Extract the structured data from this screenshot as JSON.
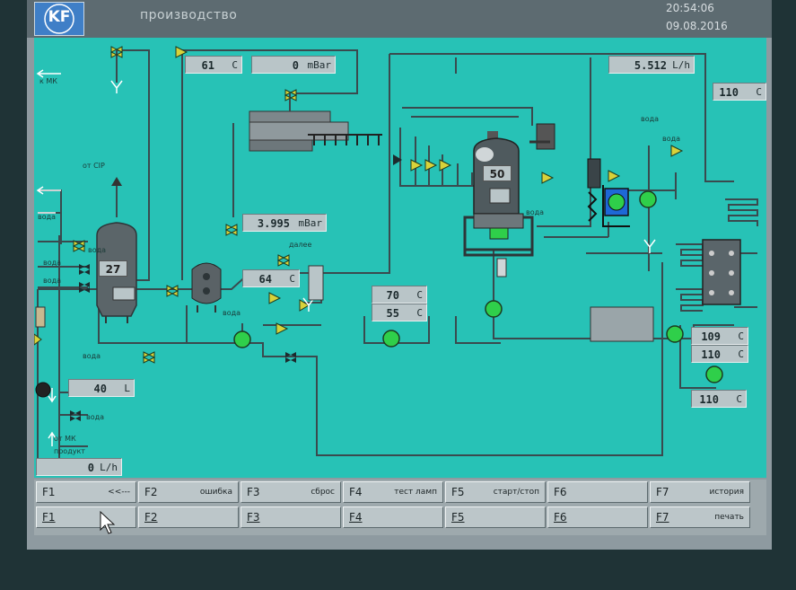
{
  "header": {
    "logo": "KF",
    "title": "производство",
    "time": "20:54:06",
    "date": "09.08.2016"
  },
  "readouts": {
    "temp_top_left": {
      "value": "61",
      "unit": "C"
    },
    "pressure_top": {
      "value": "0",
      "unit": "mBar"
    },
    "flow_top": {
      "value": "5.512",
      "unit": "L/h"
    },
    "temp_top_right": {
      "value": "110",
      "unit": "C"
    },
    "pressure_mid": {
      "value": "3.995",
      "unit": "mBar"
    },
    "temp_mid": {
      "value": "64",
      "unit": "C"
    },
    "temp_pair_1": {
      "value": "70",
      "unit": "C"
    },
    "temp_pair_2": {
      "value": "55",
      "unit": "C"
    },
    "temp_right_1": {
      "value": "109",
      "unit": "C"
    },
    "temp_right_2": {
      "value": "110",
      "unit": "C"
    },
    "temp_right_3": {
      "value": "110",
      "unit": "C"
    },
    "level_bottom": {
      "value": "40",
      "unit": "L"
    },
    "flow_bottom": {
      "value": "0",
      "unit": "L/h"
    },
    "tank_left": "27",
    "tank_main": "50"
  },
  "labels": {
    "to_mk": "к МК",
    "from_cip": "от CIP",
    "water_1": "вода",
    "water_2": "вода",
    "water_3": "вода",
    "water_4": "вода",
    "water_5": "вода",
    "water_6": "вода",
    "water_7": "вода",
    "water_8": "вода",
    "water_9": "вода",
    "water_10": "вода",
    "further": "далее",
    "from_mk": "от МК",
    "product": "продукт"
  },
  "fkeys": {
    "row1": [
      {
        "key": "F1",
        "label": "<<---"
      },
      {
        "key": "F2",
        "label": "ошибка"
      },
      {
        "key": "F3",
        "label": "сброс"
      },
      {
        "key": "F4",
        "label": "тест ламп"
      },
      {
        "key": "F5",
        "label": "старт/стоп"
      },
      {
        "key": "F6",
        "label": ""
      },
      {
        "key": "F7",
        "label": "история"
      }
    ],
    "row2": [
      {
        "key": "F1",
        "label": ""
      },
      {
        "key": "F2",
        "label": ""
      },
      {
        "key": "F3",
        "label": ""
      },
      {
        "key": "F4",
        "label": ""
      },
      {
        "key": "F5",
        "label": ""
      },
      {
        "key": "F6",
        "label": ""
      },
      {
        "key": "F7",
        "label": "печать"
      }
    ]
  },
  "colors": {
    "background": "#27c2b6",
    "pipe": "#3a4a4e",
    "pump": "#2fcf4a",
    "valve": "#d8d23a"
  }
}
